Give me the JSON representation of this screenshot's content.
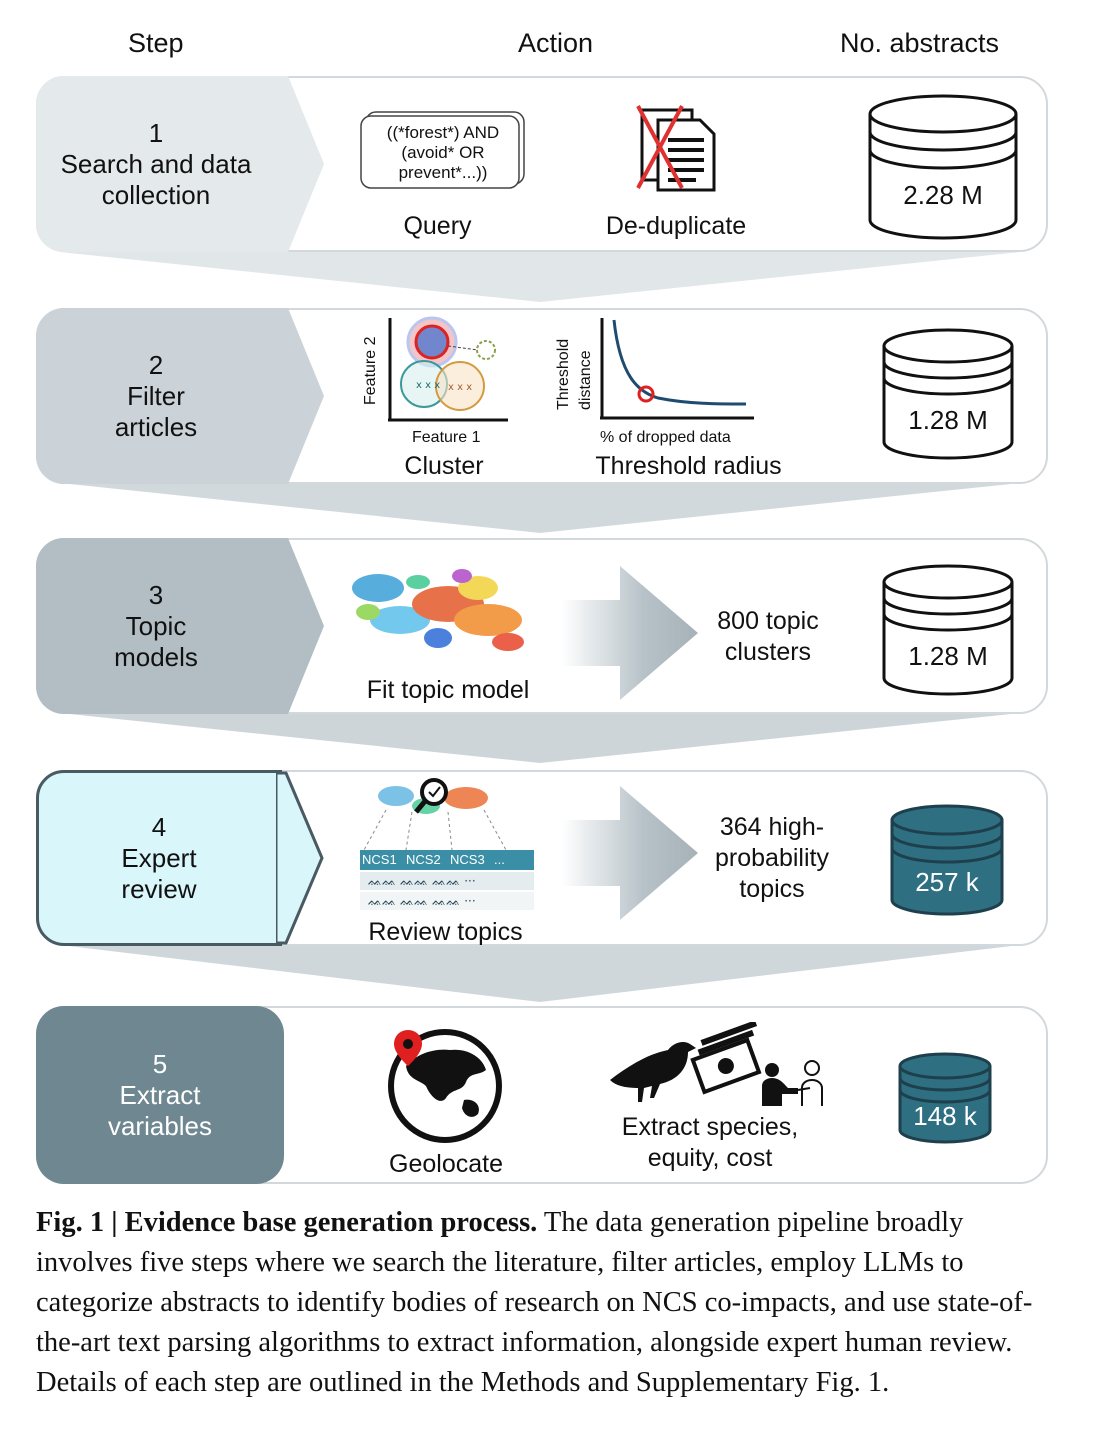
{
  "headers": {
    "step": "Step",
    "action": "Action",
    "abstracts": "No. abstracts"
  },
  "steps": [
    {
      "num": "1",
      "title_lines": [
        "Search and data",
        "collection"
      ],
      "count": "2.28 M",
      "actions": [
        "Query",
        "De-duplicate"
      ],
      "query_lines": [
        "((*forest*) AND",
        "(avoid* OR",
        "prevent*...))"
      ]
    },
    {
      "num": "2",
      "title_lines": [
        "Filter",
        "articles"
      ],
      "count": "1.28 M",
      "actions": [
        "Cluster",
        "Threshold radius"
      ],
      "cluster_axes": {
        "x": "Feature 1",
        "y": "Feature 2"
      },
      "threshold_axes": {
        "x": "% of dropped data",
        "y_lines": [
          "Threshold",
          "distance"
        ]
      }
    },
    {
      "num": "3",
      "title_lines": [
        "Topic",
        "models"
      ],
      "count": "1.28 M",
      "actions": [
        "Fit topic model"
      ],
      "result_lines": [
        "800 topic",
        "clusters"
      ]
    },
    {
      "num": "4",
      "title_lines": [
        "Expert",
        "review"
      ],
      "count": "257 k",
      "actions": [
        "Review topics"
      ],
      "result_lines": [
        "364 high-",
        "probability",
        "topics"
      ],
      "table_headers": [
        "NCS1",
        "NCS2",
        "NCS3",
        "..."
      ]
    },
    {
      "num": "5",
      "title_lines": [
        "Extract",
        "variables"
      ],
      "count": "148 k",
      "actions": [
        "Geolocate"
      ],
      "extract_lines": [
        "Extract species,",
        "equity, cost"
      ]
    }
  ],
  "caption": {
    "label": "Fig. 1 | Evidence base generation process.",
    "text": " The data generation pipeline broadly involves five steps where we search the literature, filter articles, employ LLMs to categorize abstracts to identify bodies of research on NCS co-impacts, and use state-of-the-art text parsing algorithms to extract information, alongside expert human review. Details of each step are outlined in the Methods and Supplementary Fig. 1."
  },
  "colors": {
    "step1": "#e4e9ec",
    "step2": "#cbd3d8",
    "step3": "#b3bec4",
    "step4": "#d9f6fb",
    "step5": "#6f8791",
    "teal_cyl": "#2f6f82",
    "teal_cyl_dark": "#1e5364"
  }
}
